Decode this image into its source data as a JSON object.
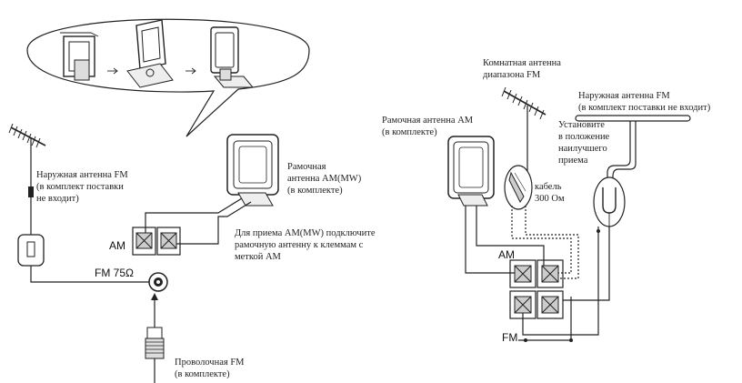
{
  "left": {
    "outdoor_fm": [
      "Наружная антенна FM",
      "(в комплект поставки",
      "не входит)"
    ],
    "loop_am": [
      "Рамочная",
      "антенна AM(MW)",
      "(в комплекте)"
    ],
    "am_note": [
      "Для приема AM(MW) подключите",
      "рамочную антенну к клеммам с",
      "меткой AM"
    ],
    "am_tag": "AM",
    "fm_tag": "FM 75Ω",
    "wire_fm": [
      "Проволочная FM",
      "(в комплекте)"
    ]
  },
  "right": {
    "indoor_fm": [
      "Комнатная антенна",
      "диапазона FM"
    ],
    "outdoor_fm": [
      "Наружная антенна FM",
      "(в комплект поставки не входит)"
    ],
    "loop_am": [
      "Рамочная антенна AM",
      "(в комплекте)"
    ],
    "position_note": [
      "Установите",
      "в положение",
      "наилучшего",
      "приема"
    ],
    "cable": [
      "кабель",
      "300 Ом"
    ],
    "am_tag": "AM",
    "fm_tag": "FM"
  }
}
